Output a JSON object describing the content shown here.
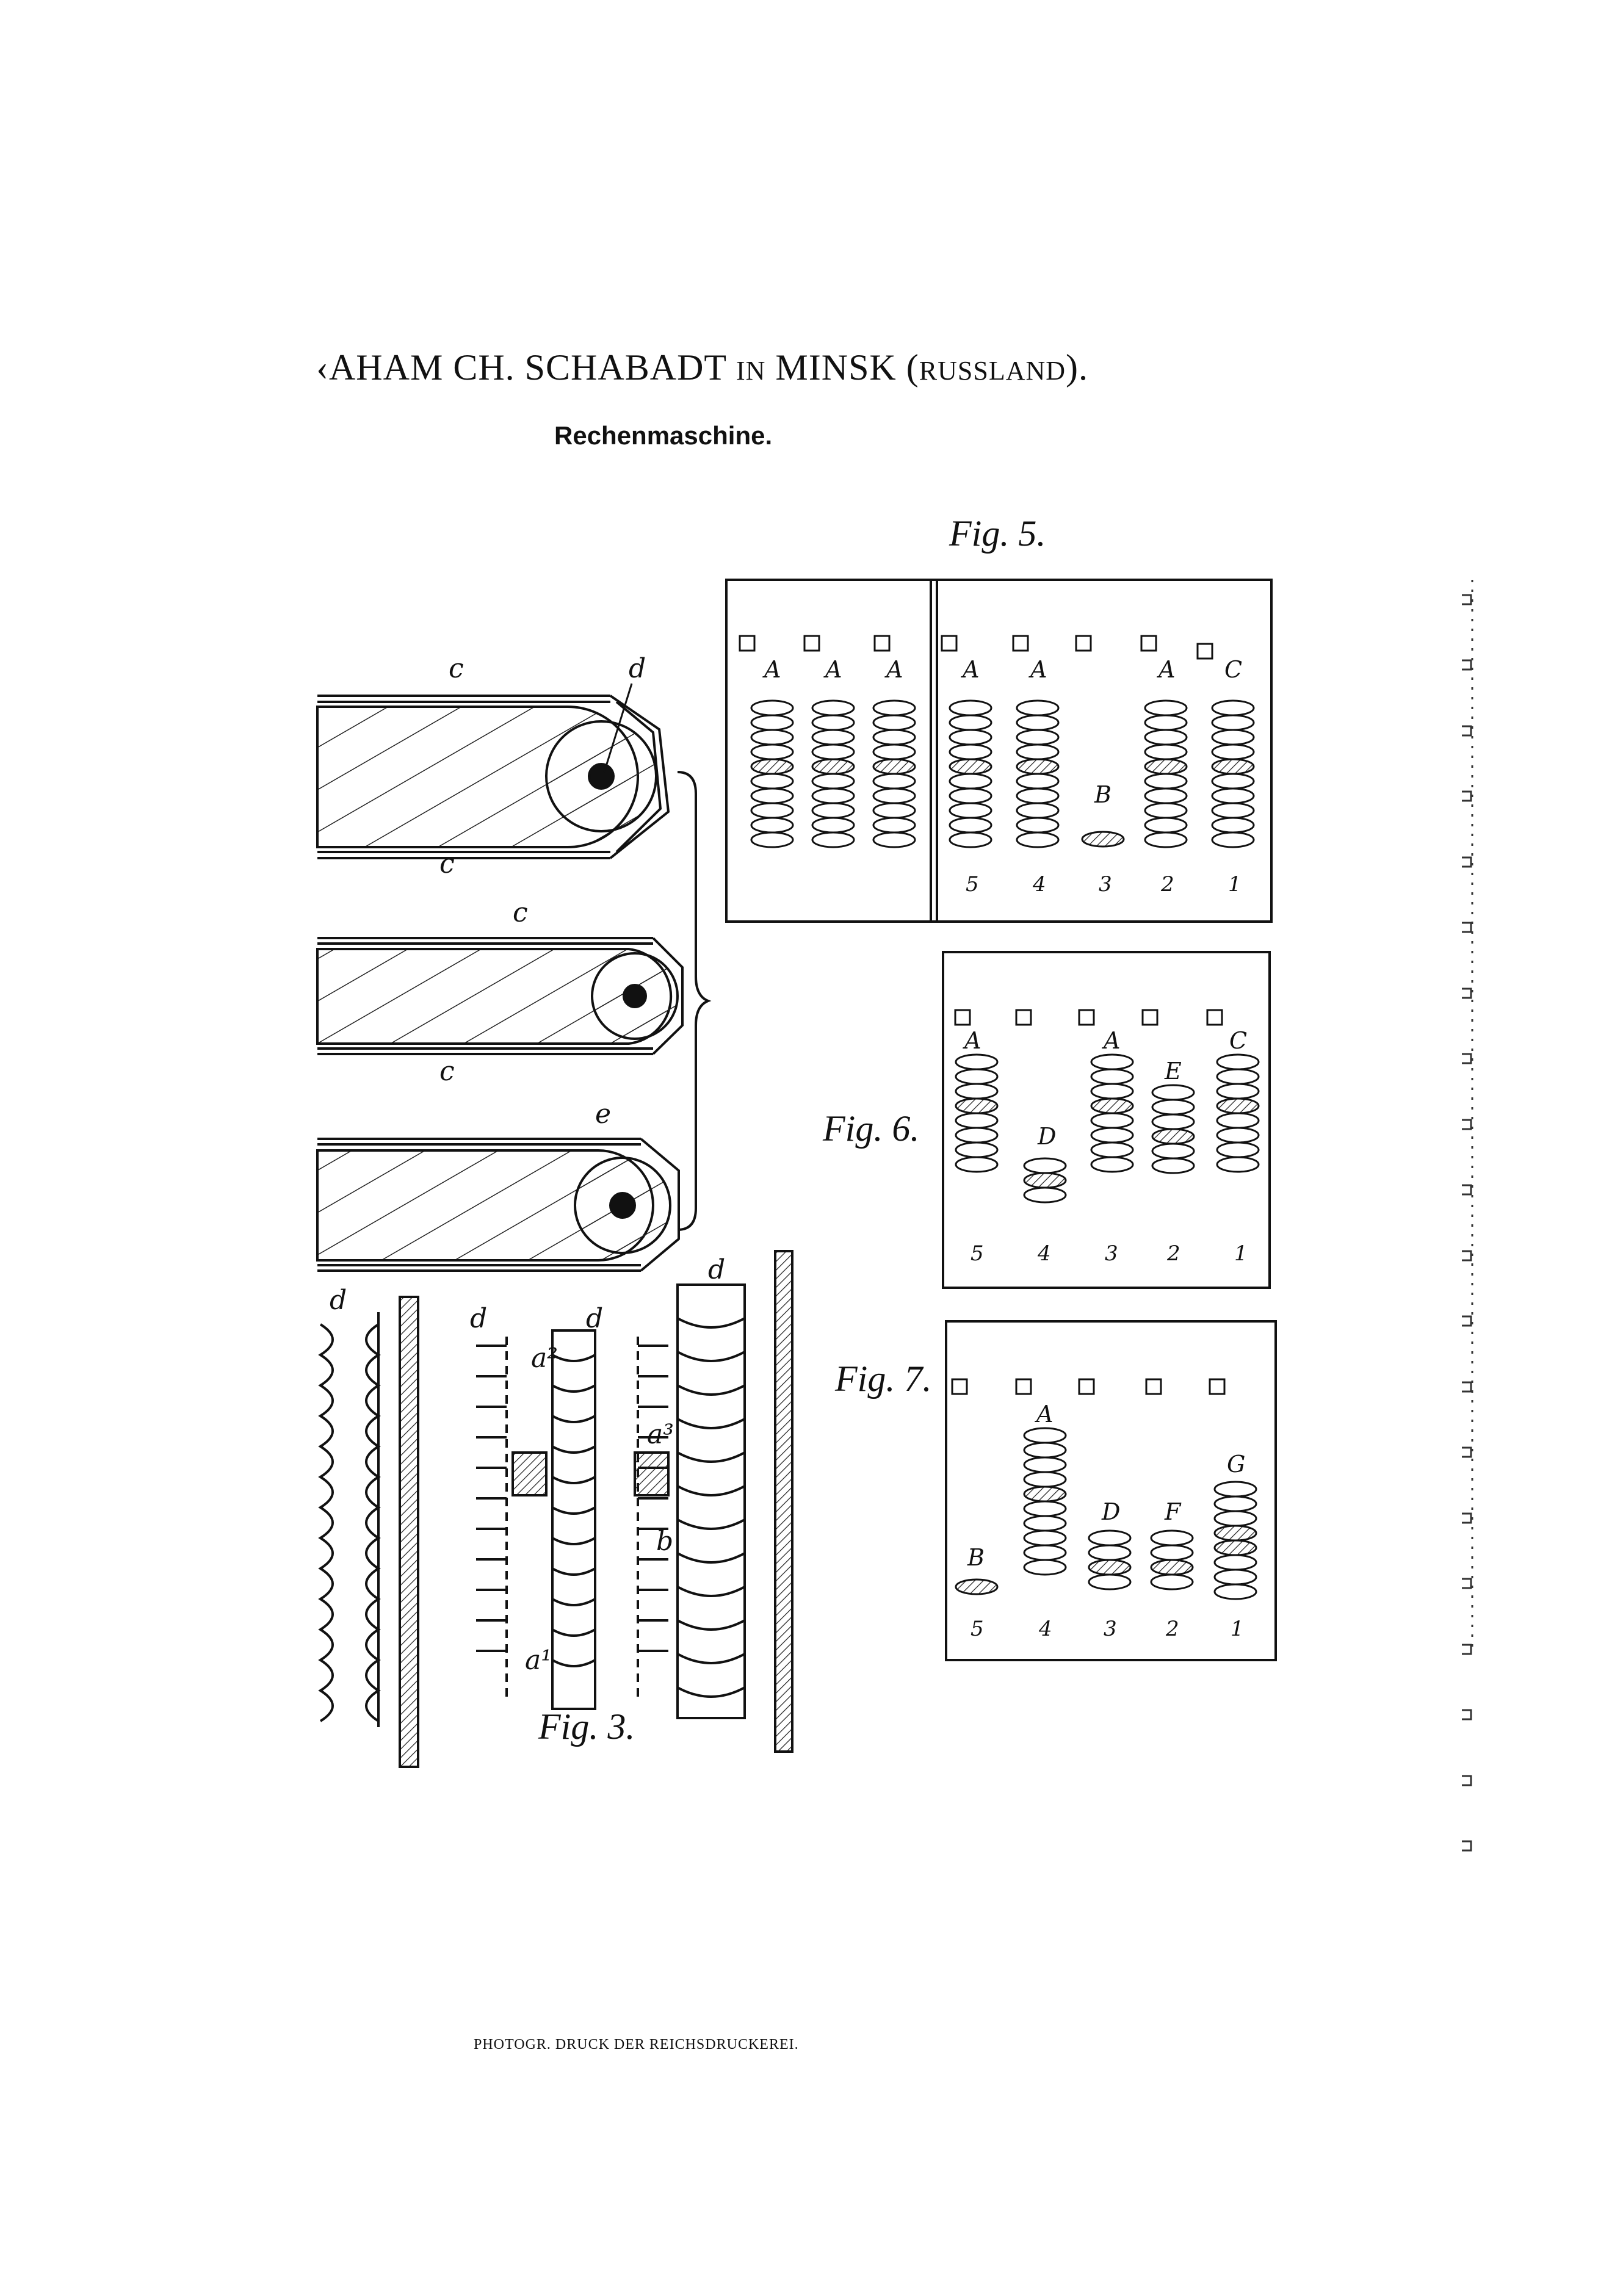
{
  "header": {
    "title_main": "‹AHAM CH. SCHABADT ",
    "title_in": "IN",
    "title_city": " MINSK (",
    "title_country": "RUSSLAND",
    "title_end": ").",
    "subtitle": "Rechenmaschine."
  },
  "figures": {
    "fig5": "Fig. 5.",
    "fig6": "Fig. 6.",
    "fig7": "Fig. 7.",
    "fig3": "Fig. 3."
  },
  "footer": "PHOTOGR. DRUCK DER REICHSDRUCKEREI."
}
